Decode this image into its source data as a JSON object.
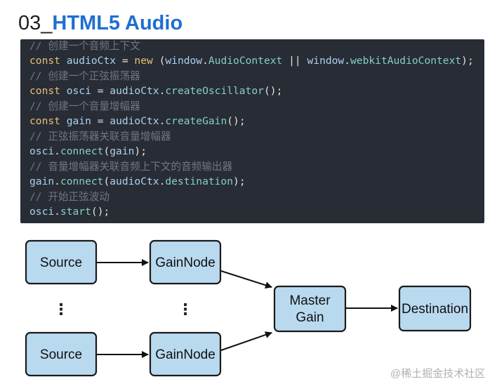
{
  "header": {
    "number": "03_",
    "title": "HTML5 Audio"
  },
  "code": {
    "lines": [
      "// 创建一个音频上下文",
      "const audioCtx = new (window.AudioContext || window.webkitAudioContext);",
      "// 创建一个正弦振荡器",
      "const osci = audioCtx.createOscillator();",
      "// 创建一个音量增幅器",
      "const gain = audioCtx.createGain();",
      "// 正弦振荡器关联音量增幅器",
      "osci.connect(gain);",
      "// 音量增幅器关联音频上下文的音频输出器",
      "gain.connect(audioCtx.destination);",
      "// 开始正弦波动",
      "osci.start();"
    ]
  },
  "diagram": {
    "nodes": {
      "source_top": "Source",
      "gain_top": "GainNode",
      "source_bottom": "Source",
      "gain_bottom": "GainNode",
      "master_line1": "Master",
      "master_line2": "Gain",
      "destination": "Destination"
    },
    "ellipsis": "⋮",
    "fill_color": "#b9d9ef",
    "stroke_color": "#1a1a1a"
  },
  "watermark": "@稀土掘金技术社区"
}
